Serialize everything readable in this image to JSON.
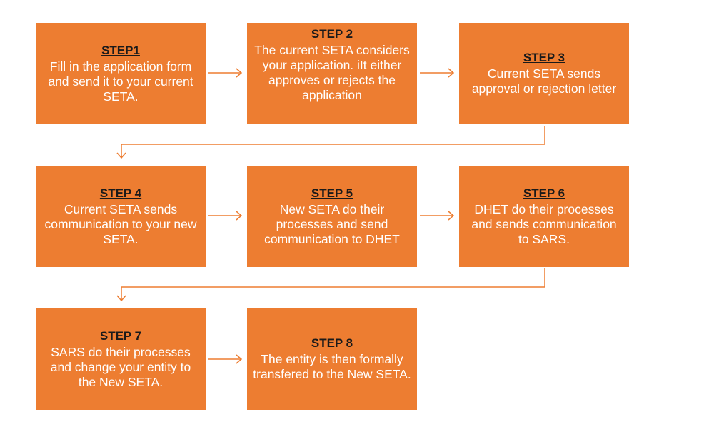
{
  "colors": {
    "box": "#ED7D31",
    "connector": "#ED7D31",
    "title_text": "#1a1a1a",
    "body_text": "#ffffff"
  },
  "steps": [
    {
      "title": "STEP1",
      "text": "Fill in the application form and send it to your current SETA."
    },
    {
      "title": "STEP 2",
      "text": "The current SETA considers your application. iIt either approves or rejects the application"
    },
    {
      "title": "STEP 3",
      "text": "Current SETA sends approval or rejection letter"
    },
    {
      "title": "STEP 4",
      "text": "Current SETA sends communication to your new SETA."
    },
    {
      "title": "STEP 5",
      "text": "New SETA do their processes and send communication to DHET"
    },
    {
      "title": "STEP 6",
      "text": "DHET do their processes and sends communication to SARS."
    },
    {
      "title": "STEP 7",
      "text": "SARS do their processes and change your entity to the New SETA."
    },
    {
      "title": "STEP 8",
      "text": "The entity is then formally transfered to the New SETA."
    }
  ]
}
